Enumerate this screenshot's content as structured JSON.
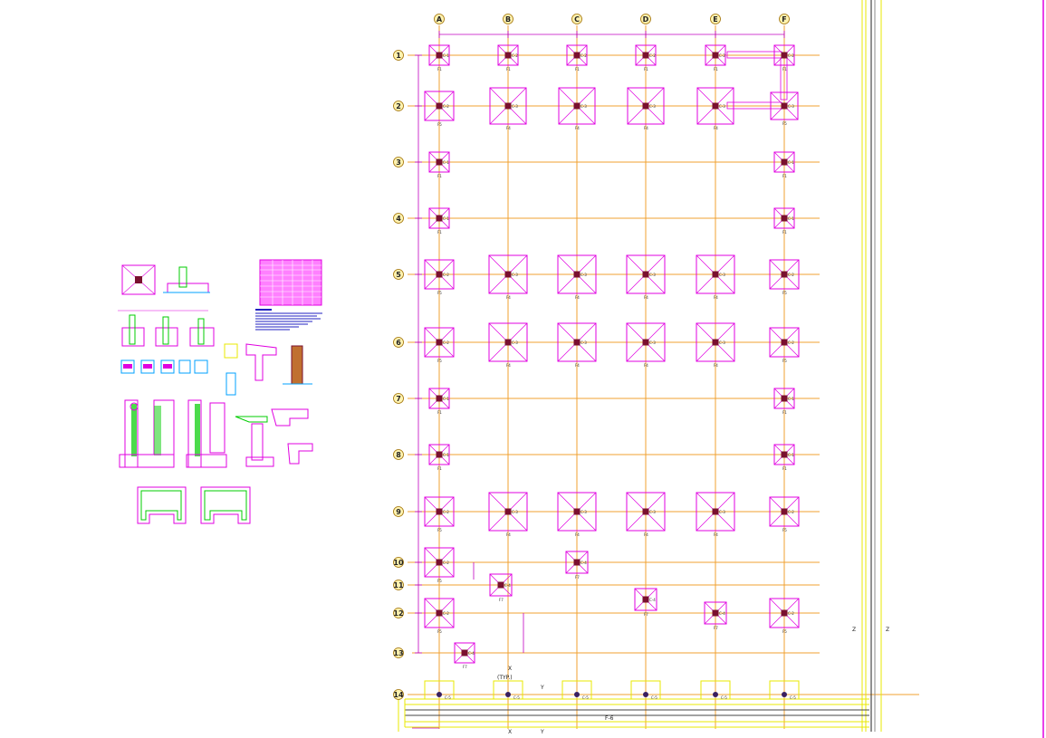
{
  "drawing": {
    "column_grid_labels": [
      "A",
      "B",
      "C",
      "D",
      "E",
      "F"
    ],
    "row_grid_labels": [
      "1",
      "2",
      "3",
      "4",
      "5",
      "6",
      "7",
      "8",
      "9",
      "10",
      "11",
      "12",
      "13",
      "14"
    ],
    "footing_tags": {
      "small": "F1",
      "large": "F4",
      "edge": "F5",
      "wall": "F7",
      "strip": "F-6"
    },
    "column_tags": {
      "c1": "C-1",
      "c2": "C-2",
      "c3": "C-3",
      "c4": "C-4",
      "c5": "C-5"
    },
    "callouts": {
      "typ": "(TYP.)",
      "z": "Z",
      "x": "X",
      "y": "Y"
    },
    "colors": {
      "grid": "#f0a030",
      "footing": "#e000e0",
      "column": "#7a1030",
      "dimension": "#c000c0",
      "wall": "#e8e800",
      "bubble_fill": "#fff3b0"
    }
  }
}
